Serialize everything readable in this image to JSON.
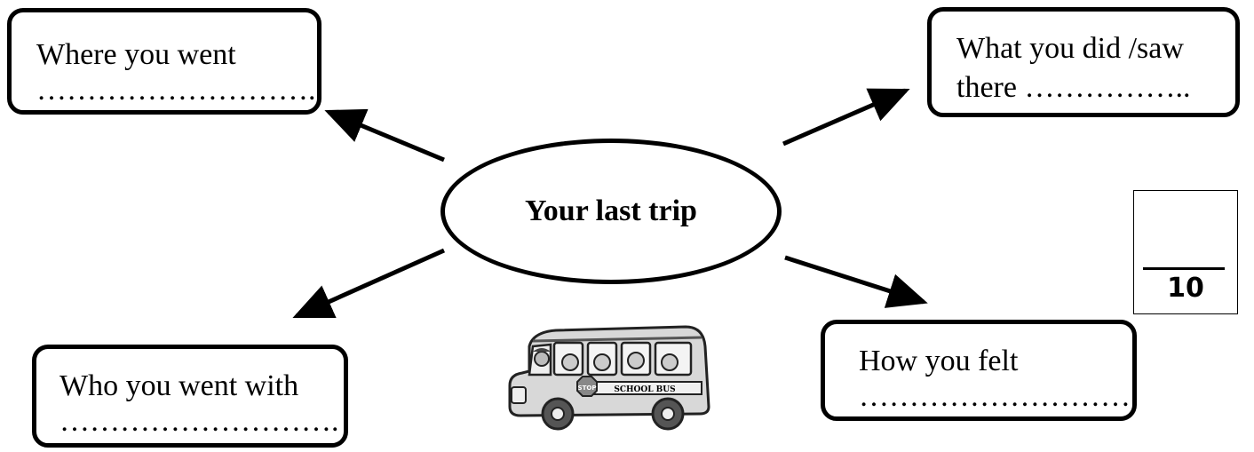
{
  "center": {
    "label": "Your last trip"
  },
  "boxes": {
    "where": {
      "label": "Where you went",
      "blank": "………………………."
    },
    "what": {
      "line1": "What you did /saw",
      "line2": "there ……………..",
      "blank": ""
    },
    "who": {
      "label": "Who you went with",
      "blank": "………………………."
    },
    "felt": {
      "label": "How you felt",
      "blank": "………………………."
    }
  },
  "score": {
    "denominator": "10"
  },
  "bus": {
    "sign_stop": "STOP",
    "sign_text": "SCHOOL BUS",
    "icon": "school-bus-icon"
  }
}
